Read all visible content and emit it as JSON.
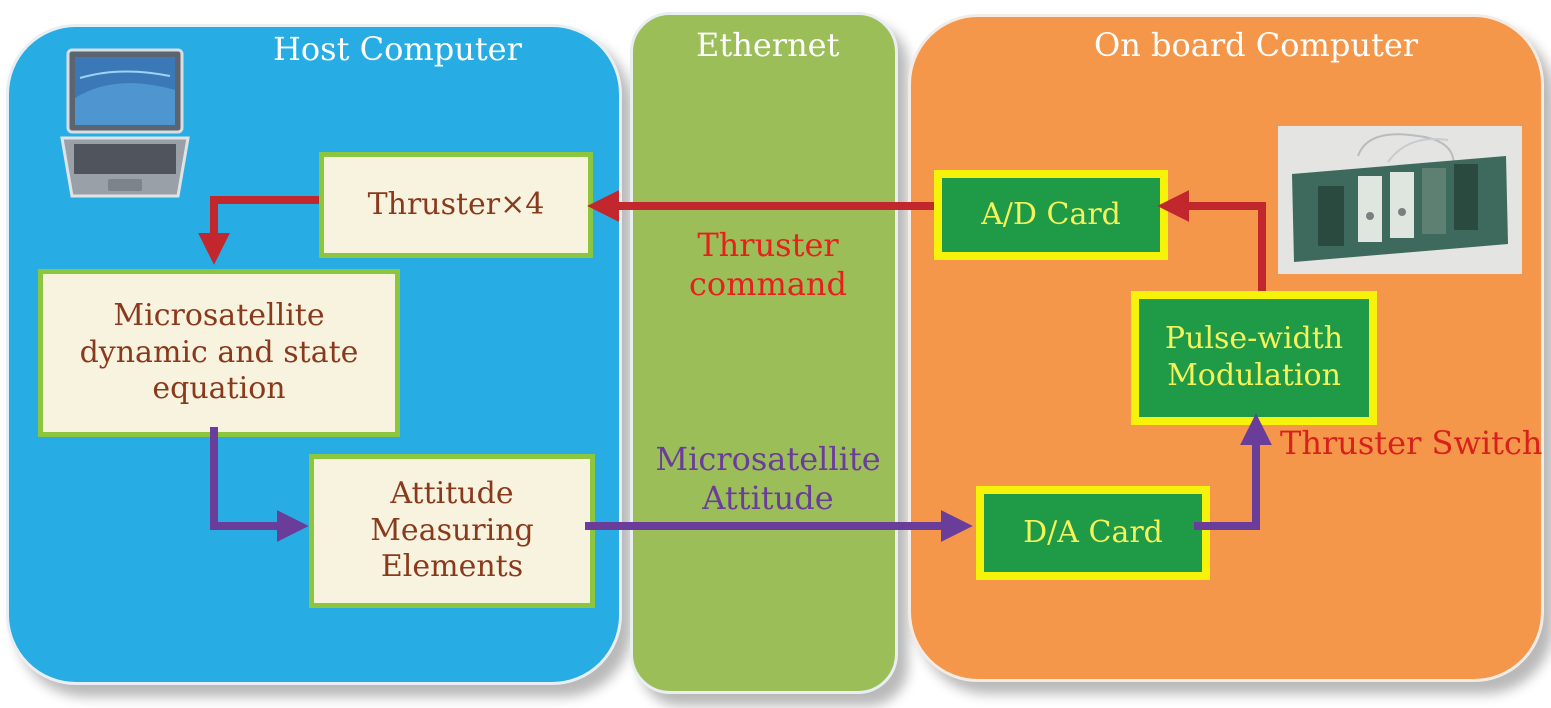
{
  "panels": {
    "host_title": "Host Computer",
    "ethernet_title": "Ethernet",
    "onboard_title": "On board Computer"
  },
  "host_boxes": {
    "thruster": "Thruster×4",
    "dynamics": "Microsatellite\ndynamic and state\nequation",
    "attitude_measuring": "Attitude\nMeasuring\nElements"
  },
  "onboard_boxes": {
    "ad_card": "A/D Card",
    "pwm": "Pulse-width\nModulation",
    "da_card": "D/A Card"
  },
  "labels": {
    "thruster_command": "Thruster\ncommand",
    "microsatellite_attitude": "Microsatellite\nAttitude",
    "thruster_switch": "Thruster Switch"
  },
  "colors": {
    "host_panel": "#27ade4",
    "ethernet_panel": "#9bbe59",
    "onboard_panel": "#f5974a",
    "red_arrow": "#c1272d",
    "purple_arrow": "#6a3d9a",
    "red_label": "#e8201c",
    "purple_label": "#6a3d9a"
  }
}
